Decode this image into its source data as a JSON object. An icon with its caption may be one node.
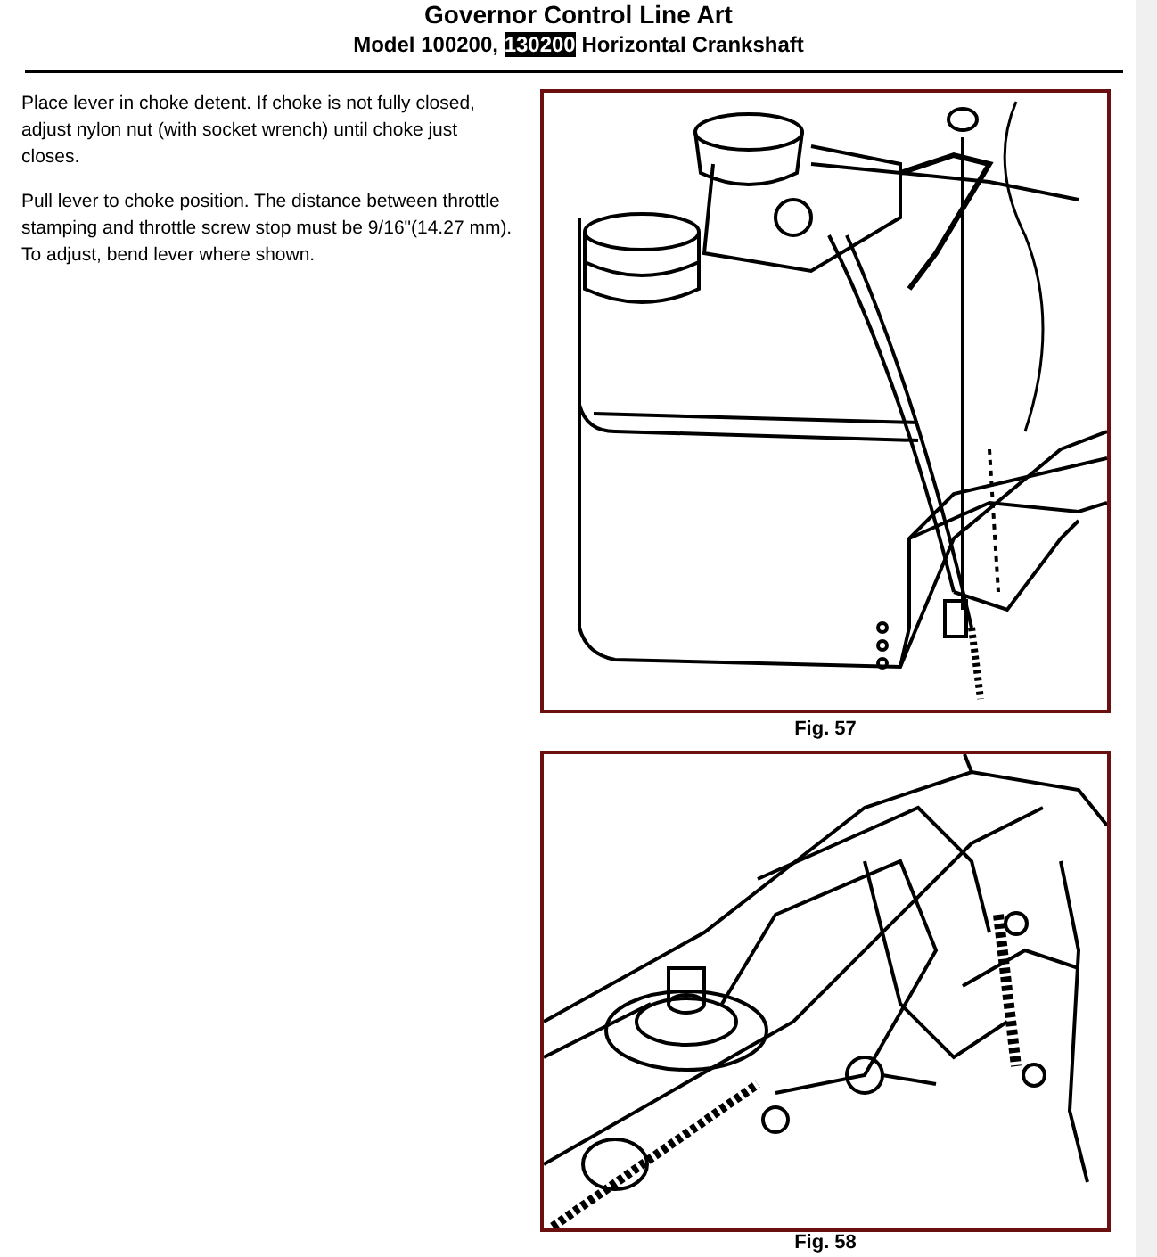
{
  "diagram": {
    "title": "Governor Control Line Art",
    "labels": [
      "Model 100200,",
      "130200",
      "Horizontal Crankshaft",
      "Place lever in choke detent.  If choke is not fully closed, adjust nylon nut (with socket wrench) until choke just closes.",
      "Pull lever to choke position.  The distance between throttle stamping and throttle screw stop must be 9/16\"(14.27 mm).  To adjust, bend lever where shown.",
      "Fig. 57",
      "Fig. 58"
    ]
  }
}
